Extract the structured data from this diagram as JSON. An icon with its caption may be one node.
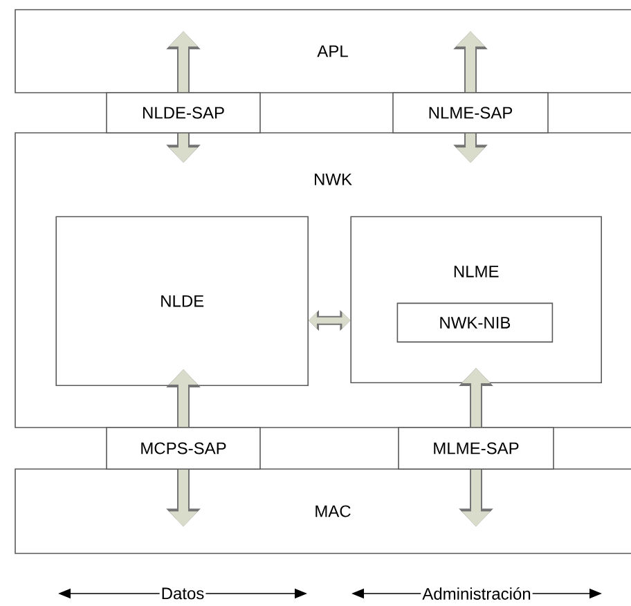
{
  "diagram": {
    "nodes": [
      {
        "text": [
          "APL"
        ]
      },
      {
        "text": [
          "NLDE-SAP"
        ]
      },
      {
        "text": [
          "NLME-SAP"
        ]
      },
      {
        "text": [
          "NWK"
        ]
      },
      {
        "text": [
          "NLDE"
        ],
        "in": 3
      },
      {
        "text": [
          "NLME"
        ],
        "in": 3
      },
      {
        "text": [
          "NWK-NIB"
        ],
        "in": 5
      },
      {
        "text": [
          "MCPS-SAP"
        ]
      },
      {
        "text": [
          "MLME-SAP"
        ]
      },
      {
        "text": [
          "MAC"
        ]
      }
    ],
    "edges": [
      {
        "from": 1,
        "to": 0,
        "arrow": "to"
      },
      {
        "from": 1,
        "to": 3,
        "arrow": "to"
      },
      {
        "from": 2,
        "to": 0,
        "arrow": "to"
      },
      {
        "from": 2,
        "to": 3,
        "arrow": "to"
      },
      {
        "from": 4,
        "to": 5,
        "arrow": "both"
      },
      {
        "from": 7,
        "to": 4,
        "arrow": "to"
      },
      {
        "from": 7,
        "to": 9,
        "arrow": "to"
      },
      {
        "from": 8,
        "to": 5,
        "arrow": "to"
      },
      {
        "from": 8,
        "to": 9,
        "arrow": "to"
      }
    ],
    "labels": [
      "Datos",
      "Administración"
    ]
  }
}
